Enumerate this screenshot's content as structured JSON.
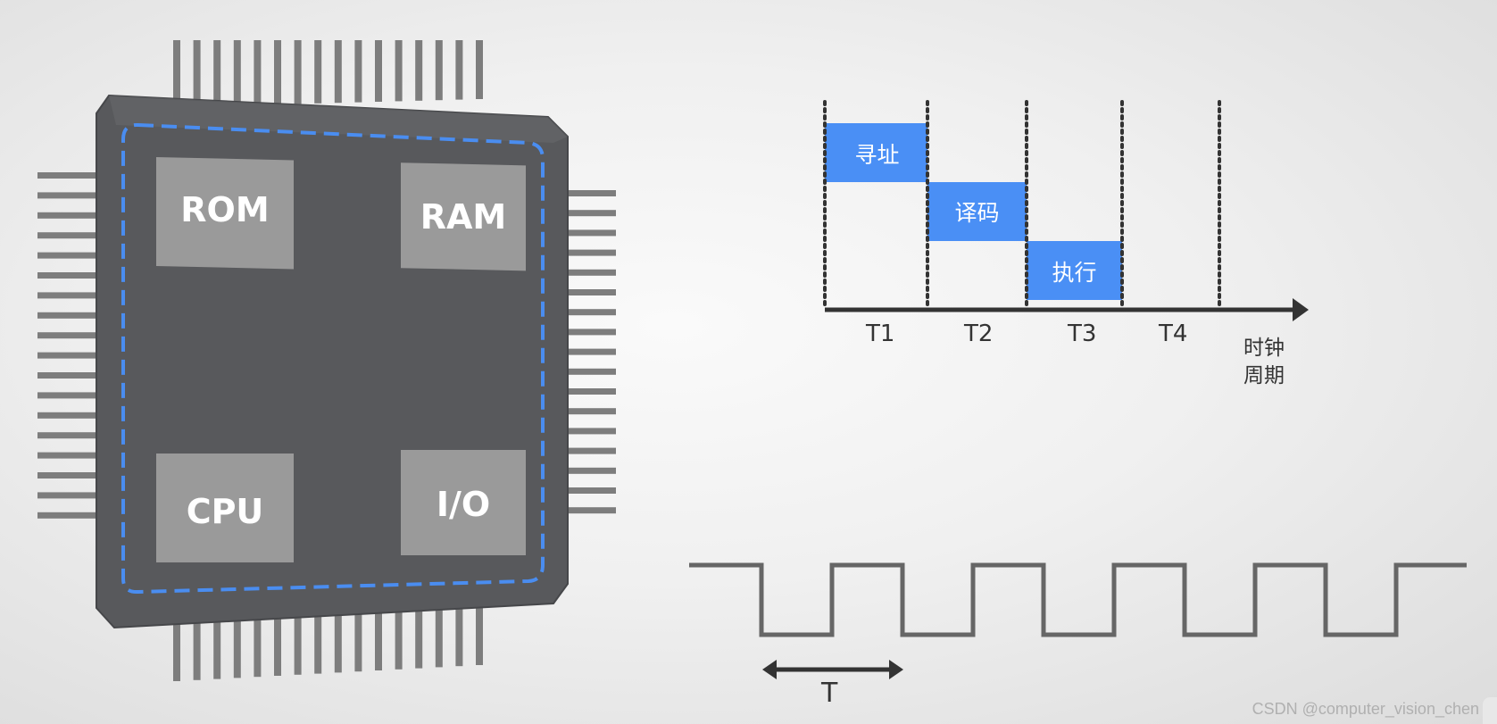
{
  "chip": {
    "blocks": {
      "rom": "ROM",
      "ram": "RAM",
      "cpu": "CPU",
      "io": "I/O"
    },
    "colors": {
      "body": "#58595c",
      "block": "#9a9a9a",
      "dashed_border": "#4a8df0",
      "pins": "#7d7d7d"
    }
  },
  "timing_diagram": {
    "stages": [
      {
        "label": "寻址",
        "slot": 1
      },
      {
        "label": "译码",
        "slot": 2
      },
      {
        "label": "执行",
        "slot": 3
      }
    ],
    "ticks": [
      "T1",
      "T2",
      "T3",
      "T4"
    ],
    "axis_label_line1": "时钟",
    "axis_label_line2": "周期",
    "stage_color": "#4a8ff5"
  },
  "clock_signal": {
    "period_label": "T",
    "cycles": 5
  },
  "watermark": "CSDN @computer_vision_chen"
}
